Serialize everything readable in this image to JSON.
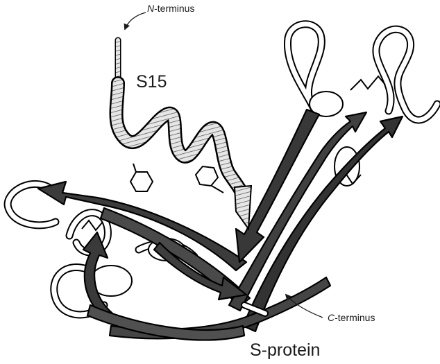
{
  "labels": {
    "n_terminus": {
      "prefix": "N",
      "suffix": "-terminus"
    },
    "s15": "S15",
    "c_terminus": {
      "prefix": "C",
      "suffix": "-terminus"
    },
    "s_protein": "S-protein"
  },
  "colors": {
    "strand_fill": "#3c3c3c",
    "strand_edge": "#000000",
    "coil_fill": "#ffffff",
    "helix_fill": "#e2e2e2",
    "text": "#1a1a1a"
  }
}
